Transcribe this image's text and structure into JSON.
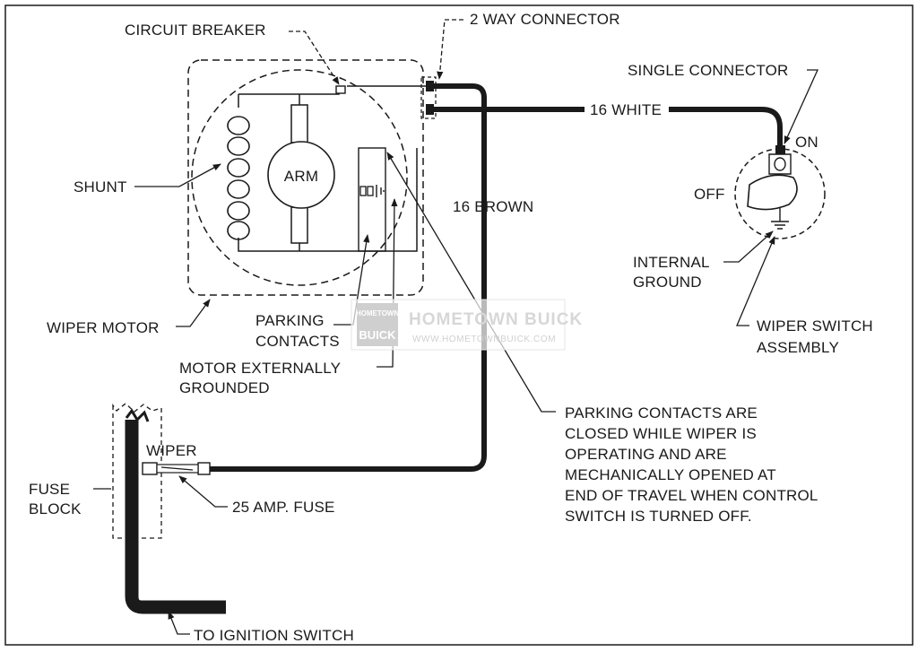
{
  "labels": {
    "circuit_breaker": "CIRCUIT BREAKER",
    "two_way_connector": "2 WAY CONNECTOR",
    "single_connector": "SINGLE CONNECTOR",
    "sixteen_white": "16 WHITE",
    "on": "ON",
    "off": "OFF",
    "shunt": "SHUNT",
    "arm": "ARM",
    "sixteen_brown": "16 BROWN",
    "internal_ground": [
      "INTERNAL",
      "GROUND"
    ],
    "wiper_switch_assembly": [
      "WIPER SWITCH",
      "ASSEMBLY"
    ],
    "wiper_motor": "WIPER MOTOR",
    "parking_contacts": [
      "PARKING",
      "CONTACTS"
    ],
    "motor_externally_grounded": [
      "MOTOR EXTERNALLY",
      "GROUNDED"
    ],
    "parking_note": [
      "PARKING CONTACTS ARE",
      "CLOSED WHILE WIPER IS",
      "OPERATING AND ARE",
      "MECHANICALLY OPENED AT",
      "END OF TRAVEL WHEN CONTROL",
      "SWITCH IS TURNED OFF."
    ],
    "wiper": "WIPER",
    "fuse_block": [
      "FUSE",
      "BLOCK"
    ],
    "fuse": "25 AMP. FUSE",
    "to_ignition": "TO IGNITION SWITCH"
  },
  "watermark": {
    "logo_top": "HOMETOWN",
    "logo_bottom": "BUICK",
    "title": "HOMETOWN BUICK",
    "url": "WWW.HOMETOWNBUICK.COM"
  }
}
